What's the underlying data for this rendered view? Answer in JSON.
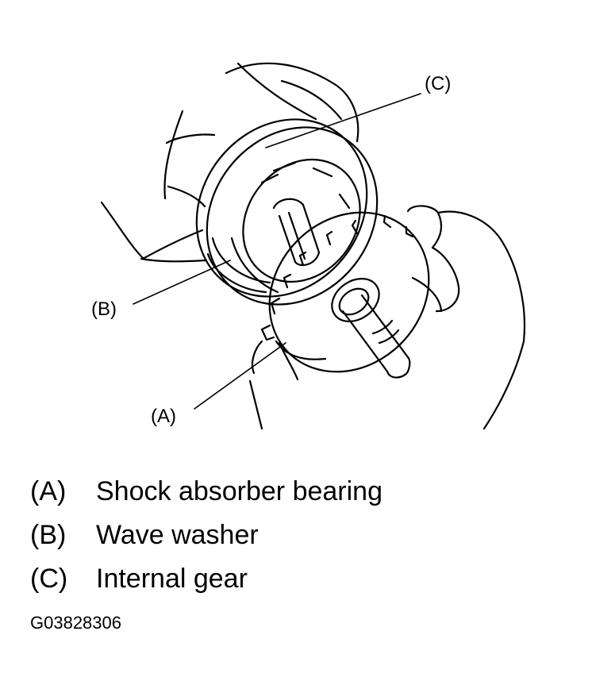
{
  "callouts": {
    "a": "(A)",
    "b": "(B)",
    "c": "(C)"
  },
  "legend": [
    {
      "key": "(A)",
      "label": "Shock absorber bearing"
    },
    {
      "key": "(B)",
      "label": "Wave washer"
    },
    {
      "key": "(C)",
      "label": "Internal gear"
    }
  ],
  "figure_id": "G03828306",
  "colors": {
    "ink": "#000000",
    "paper": "#ffffff"
  }
}
